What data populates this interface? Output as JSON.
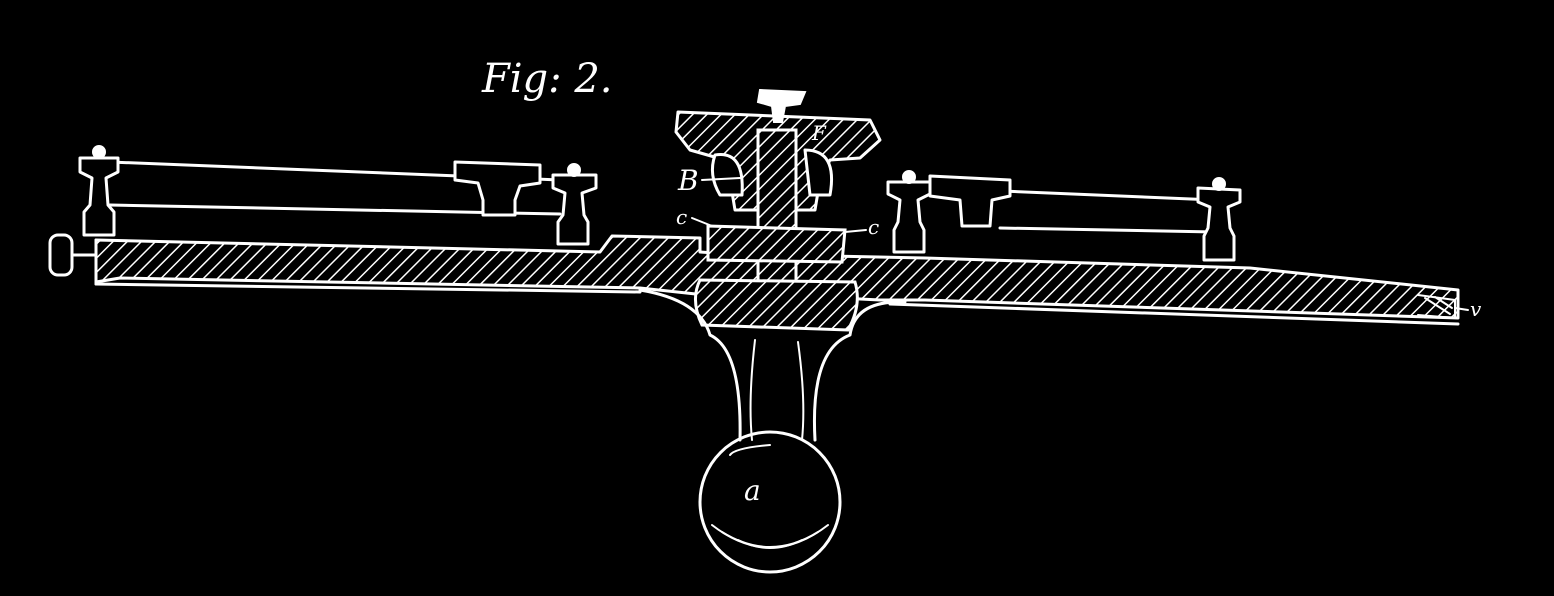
{
  "figure": {
    "title": "Fig: 2.",
    "labels": {
      "B": "B",
      "F": "F",
      "c_left": "c",
      "c_right": "c",
      "a": "a",
      "v": "v"
    }
  },
  "colors": {
    "background": "#000000",
    "ink": "#ffffff"
  }
}
